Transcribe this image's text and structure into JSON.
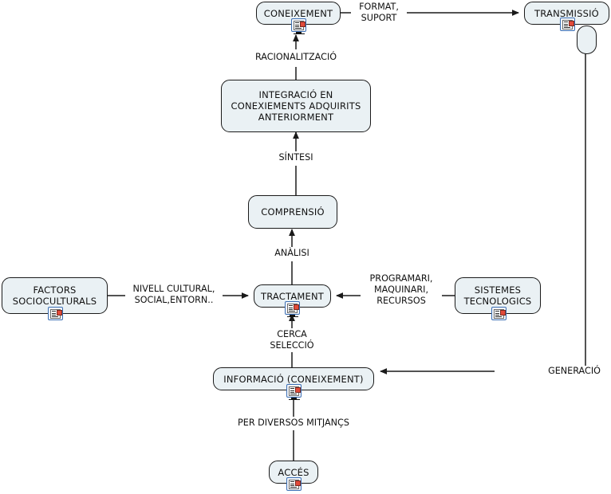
{
  "diagram": {
    "title": "Cicle del coneixement",
    "box_fill": "#eaf1f4",
    "box_stroke": "#1a1a1a",
    "line_color": "#1a1a1a",
    "icon_name": "document-monitor-icon"
  },
  "nodes": [
    {
      "id": "coneixement",
      "label": "CONEIXEMENT",
      "has_icon": true,
      "icon_stand": true
    },
    {
      "id": "transmissio",
      "label": "TRANSMISSIÓ",
      "has_icon": true,
      "icon_stand": false
    },
    {
      "id": "integracio",
      "label": "INTEGRACIÓ EN\nCONEXIEMENTS ADQUIRITS\nANTERIORMENT",
      "has_icon": false,
      "icon_stand": false
    },
    {
      "id": "comprensio",
      "label": "COMPRENSIÓ",
      "has_icon": false,
      "icon_stand": false
    },
    {
      "id": "tractament",
      "label": "TRACTAMENT",
      "has_icon": true,
      "icon_stand": true
    },
    {
      "id": "factors",
      "label": "FACTORS\nSOCIOCULTURALS",
      "has_icon": true,
      "icon_stand": false
    },
    {
      "id": "sistemes",
      "label": "SISTEMES\nTECNOLOGICS",
      "has_icon": true,
      "icon_stand": false
    },
    {
      "id": "informacio",
      "label": "INFORMACIÓ (CONEIXEMENT)",
      "has_icon": true,
      "icon_stand": true
    },
    {
      "id": "acces",
      "label": "ACCÉS",
      "has_icon": true,
      "icon_stand": false
    }
  ],
  "edge_labels": [
    {
      "id": "format-suport",
      "text": "FORMAT,\nSUPORT",
      "from": "coneixement",
      "to": "transmissio"
    },
    {
      "id": "racionalitzacio",
      "text": "RACIONALITZACIÓ",
      "from": "integracio",
      "to": "coneixement"
    },
    {
      "id": "sintesi",
      "text": "SÍNTESI",
      "from": "comprensio",
      "to": "integracio"
    },
    {
      "id": "analisi",
      "text": "ANÀLISI",
      "from": "tractament",
      "to": "comprensio"
    },
    {
      "id": "nivell-cultural",
      "text": "NIVELL CULTURAL,\nSOCIAL,ENTORN..",
      "from": "factors",
      "to": "tractament"
    },
    {
      "id": "programari",
      "text": "PROGRAMARI,\nMAQUINARI,\nRECURSOS",
      "from": "sistemes",
      "to": "tractament"
    },
    {
      "id": "cerca-seleccio",
      "text": "CERCA\nSELECCIÓ",
      "from": "informacio",
      "to": "tractament"
    },
    {
      "id": "per-diversos",
      "text": "PER DIVERSOS MITJANÇS",
      "from": "acces",
      "to": "informacio"
    },
    {
      "id": "generacio",
      "text": "GENERACIÓ",
      "from": "transmissio",
      "to": "informacio"
    }
  ]
}
